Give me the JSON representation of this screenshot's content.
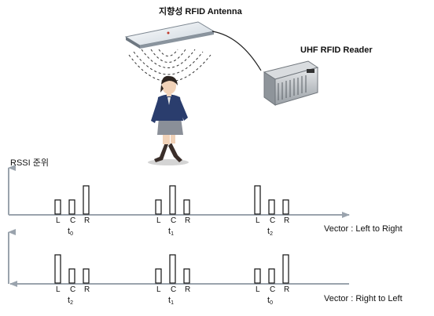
{
  "antenna_label": "지향성 RFID Antenna",
  "reader_label": "UHF RFID Reader",
  "yaxis_label": "RSSI 준위",
  "rows": [
    {
      "vector_label": "Vector : Left to Right",
      "direction": "left-to-right",
      "groups": [
        {
          "time": "t",
          "sub": "0",
          "bars": [
            {
              "label": "L",
              "value": 2
            },
            {
              "label": "C",
              "value": 2
            },
            {
              "label": "R",
              "value": 4
            }
          ]
        },
        {
          "time": "t",
          "sub": "1",
          "bars": [
            {
              "label": "L",
              "value": 2
            },
            {
              "label": "C",
              "value": 4
            },
            {
              "label": "R",
              "value": 2
            }
          ]
        },
        {
          "time": "t",
          "sub": "2",
          "bars": [
            {
              "label": "L",
              "value": 4
            },
            {
              "label": "C",
              "value": 2
            },
            {
              "label": "R",
              "value": 2
            }
          ]
        }
      ]
    },
    {
      "vector_label": "Vector : Right to Left",
      "direction": "right-to-left",
      "groups": [
        {
          "time": "t",
          "sub": "2",
          "bars": [
            {
              "label": "L",
              "value": 4
            },
            {
              "label": "C",
              "value": 2
            },
            {
              "label": "R",
              "value": 2
            }
          ]
        },
        {
          "time": "t",
          "sub": "1",
          "bars": [
            {
              "label": "L",
              "value": 2
            },
            {
              "label": "C",
              "value": 4
            },
            {
              "label": "R",
              "value": 2
            }
          ]
        },
        {
          "time": "t",
          "sub": "0",
          "bars": [
            {
              "label": "L",
              "value": 2
            },
            {
              "label": "C",
              "value": 2
            },
            {
              "label": "R",
              "value": 4
            }
          ]
        }
      ]
    }
  ]
}
